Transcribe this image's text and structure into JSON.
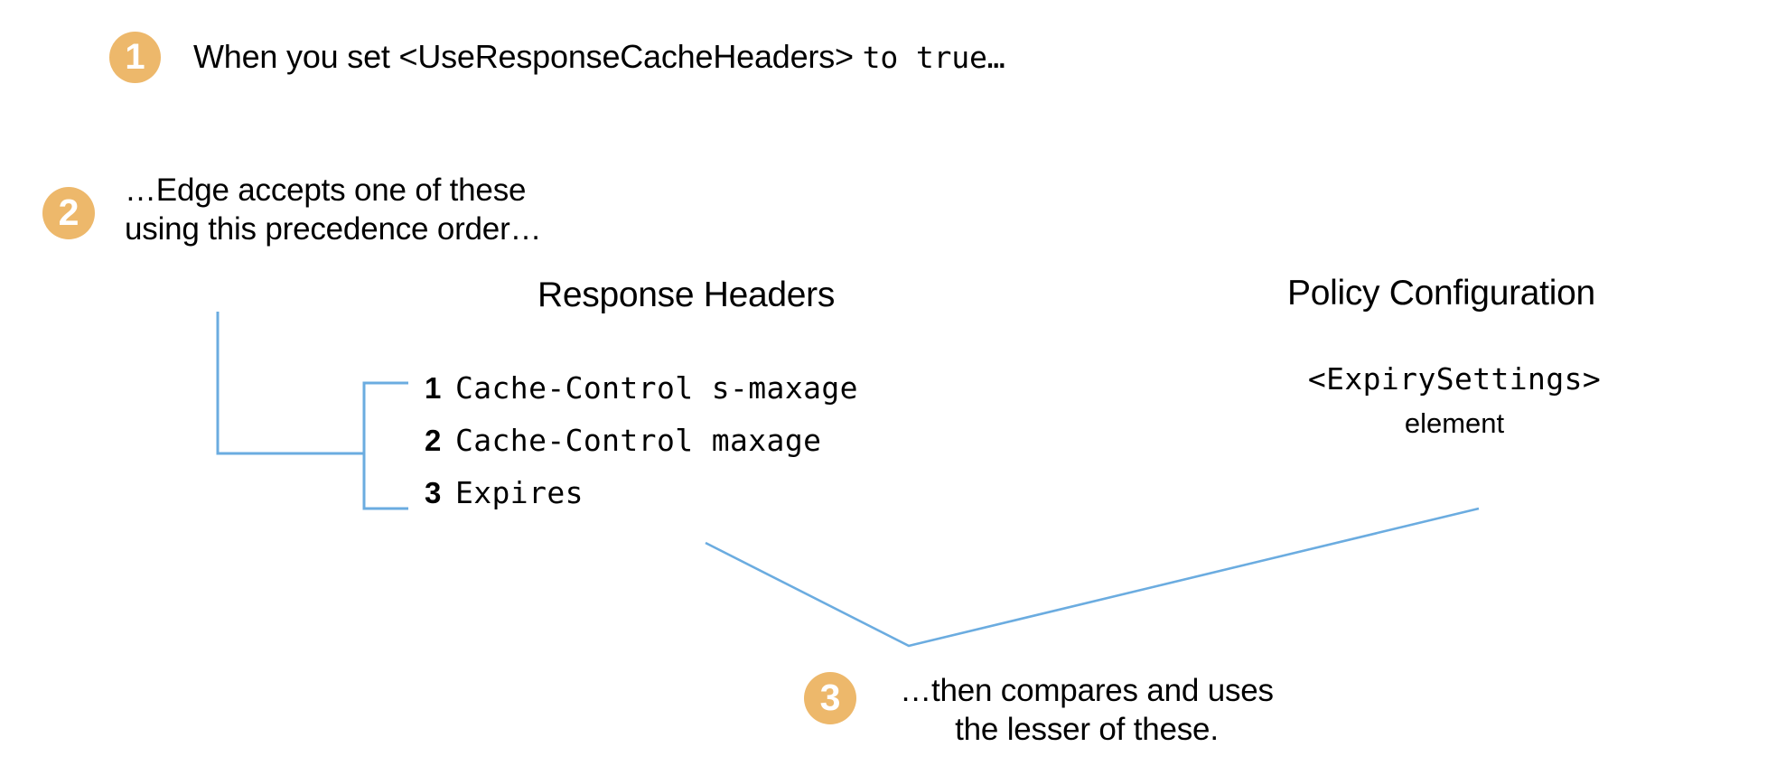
{
  "diagram": {
    "title_hidden": "",
    "accent_color": "#edb86b",
    "connector_color": "#6bace0",
    "background": "#ffffff"
  },
  "steps": [
    {
      "number": "1",
      "badge_name": "step-1-badge",
      "text_plain_1": "When you set <UseResponseCacheHeaders> ",
      "text_mono": "to true…"
    },
    {
      "number": "2",
      "badge_name": "step-2-badge",
      "text": "…Edge accepts one of these using this precedence order…"
    },
    {
      "number": "3",
      "badge_name": "step-3-badge",
      "text_line_1": "…then compares and uses",
      "text_line_2": "the lesser of these."
    }
  ],
  "columns": {
    "response_headers": {
      "title": "Response Headers",
      "items": [
        {
          "rank": "1",
          "header": "Cache-Control s-maxage"
        },
        {
          "rank": "2",
          "header": "Cache-Control maxage"
        },
        {
          "rank": "3",
          "header": "Expires"
        }
      ]
    },
    "policy_configuration": {
      "title": "Policy Configuration",
      "element_name": "<ExpirySettings>",
      "element_kind": "element"
    }
  }
}
